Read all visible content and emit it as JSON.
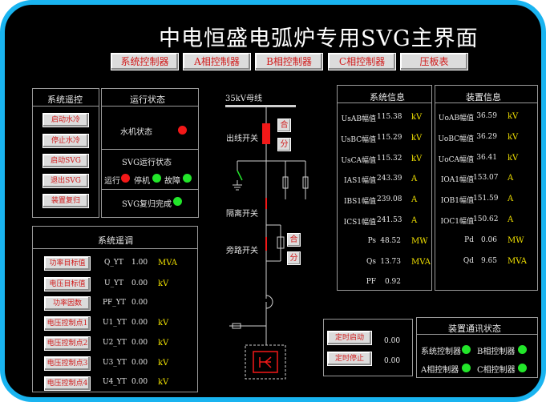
{
  "title": "中电恒盛电弧炉专用SVG主界面",
  "nav": [
    "系统控制器",
    "A相控制器",
    "B相控制器",
    "C相控制器",
    "压板表"
  ],
  "remote_control": {
    "title": "系统遥控",
    "buttons": [
      "启动水冷",
      "停止水冷",
      "启动SVG",
      "退出SVG",
      "装置复归"
    ]
  },
  "run_status": {
    "title": "运行状态",
    "water": "水机状态",
    "svg_state": "SVG运行状态",
    "run": "运行",
    "stop": "停机",
    "fault": "故障",
    "reset_done": "SVG复归完成"
  },
  "telemetry": {
    "title": "系统遥调",
    "rows": [
      {
        "btn": "功率目标值",
        "name": "Q_YT",
        "value": "1.00",
        "unit": "MVA"
      },
      {
        "btn": "电压目标值",
        "name": "U_YT",
        "value": "0.00",
        "unit": "kV"
      },
      {
        "btn": "功率因数",
        "name": "PF_YT",
        "value": "0.00",
        "unit": ""
      },
      {
        "btn": "电压控制点1",
        "name": "U1_YT",
        "value": "0.00",
        "unit": "kV"
      },
      {
        "btn": "电压控制点2",
        "name": "U2_YT",
        "value": "0.00",
        "unit": "kV"
      },
      {
        "btn": "电压控制点3",
        "name": "U3_YT",
        "value": "0.00",
        "unit": "kV"
      },
      {
        "btn": "电压控制点4",
        "name": "U4_YT",
        "value": "0.00",
        "unit": "kV"
      }
    ]
  },
  "diagram": {
    "bus": "35kV母线",
    "out_switch": "出线开关",
    "iso_switch": "隔离开关",
    "bypass_switch": "旁路开关",
    "close": "合",
    "open": "分"
  },
  "system_info": {
    "title": "系统信息",
    "rows": [
      {
        "name": "UsAB幅值",
        "value": "115.38",
        "unit": "kV"
      },
      {
        "name": "UsBC幅值",
        "value": "115.29",
        "unit": "kV"
      },
      {
        "name": "UsCA幅值",
        "value": "115.32",
        "unit": "kV"
      },
      {
        "name": "IAS1幅值",
        "value": "243.39",
        "unit": "A"
      },
      {
        "name": "IBS1幅值",
        "value": "239.08",
        "unit": "A"
      },
      {
        "name": "ICS1幅值",
        "value": "241.53",
        "unit": "A"
      },
      {
        "name": "Ps",
        "value": "48.52",
        "unit": "MW"
      },
      {
        "name": "Qs",
        "value": "13.73",
        "unit": "MVA"
      },
      {
        "name": "PF",
        "value": "0.92",
        "unit": ""
      }
    ]
  },
  "device_info": {
    "title": "装置信息",
    "rows": [
      {
        "name": "UoAB幅值",
        "value": "36.59",
        "unit": "kV"
      },
      {
        "name": "UoBC幅值",
        "value": "36.29",
        "unit": "kV"
      },
      {
        "name": "UoCA幅值",
        "value": "36.41",
        "unit": "kV"
      },
      {
        "name": "IOA1幅值",
        "value": "153.07",
        "unit": "A"
      },
      {
        "name": "IOB1幅值",
        "value": "151.59",
        "unit": "A"
      },
      {
        "name": "IOC1幅值",
        "value": "150.62",
        "unit": "A"
      },
      {
        "name": "Pd",
        "value": "0.06",
        "unit": "MW"
      },
      {
        "name": "Qd",
        "value": "9.65",
        "unit": "MVA"
      }
    ]
  },
  "timer": {
    "start": "定时启动",
    "stop": "定时停止",
    "start_val": "0.00",
    "stop_val": "0.00"
  },
  "comm": {
    "title": "装置通讯状态",
    "sys": "系统控制器",
    "b": "B相控制器",
    "a": "A相控制器",
    "c": "C相控制器"
  }
}
